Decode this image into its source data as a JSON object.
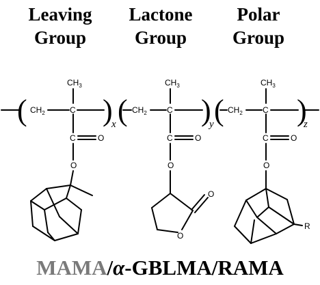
{
  "headers": {
    "leaving": {
      "line1": "Leaving",
      "line2": "Group"
    },
    "lactone": {
      "line1": "Lactone",
      "line2": "Group"
    },
    "polar": {
      "line1": "Polar",
      "line2": "Group"
    }
  },
  "structure": {
    "methyl": "CH",
    "methyl_sub": "3",
    "methylene": "CH",
    "methylene_sub": "2",
    "backbone_carbon": "C",
    "carbonyl_carbon": "C",
    "carbonyl_oxygen": "O",
    "ester_oxygen": "O",
    "lactone_carbonyl_oxygen": "O",
    "lactone_ring_oxygen": "O",
    "substituent": "R",
    "subscripts": {
      "first": "x",
      "second": "y",
      "third": "z"
    }
  },
  "caption": {
    "part1": "MAMA",
    "sep1": "/",
    "alpha": "α",
    "part2": "-GBLMA",
    "sep2": "/",
    "part3": "RAMA"
  },
  "colors": {
    "mama": "#7a7a7a",
    "text": "#000000"
  }
}
